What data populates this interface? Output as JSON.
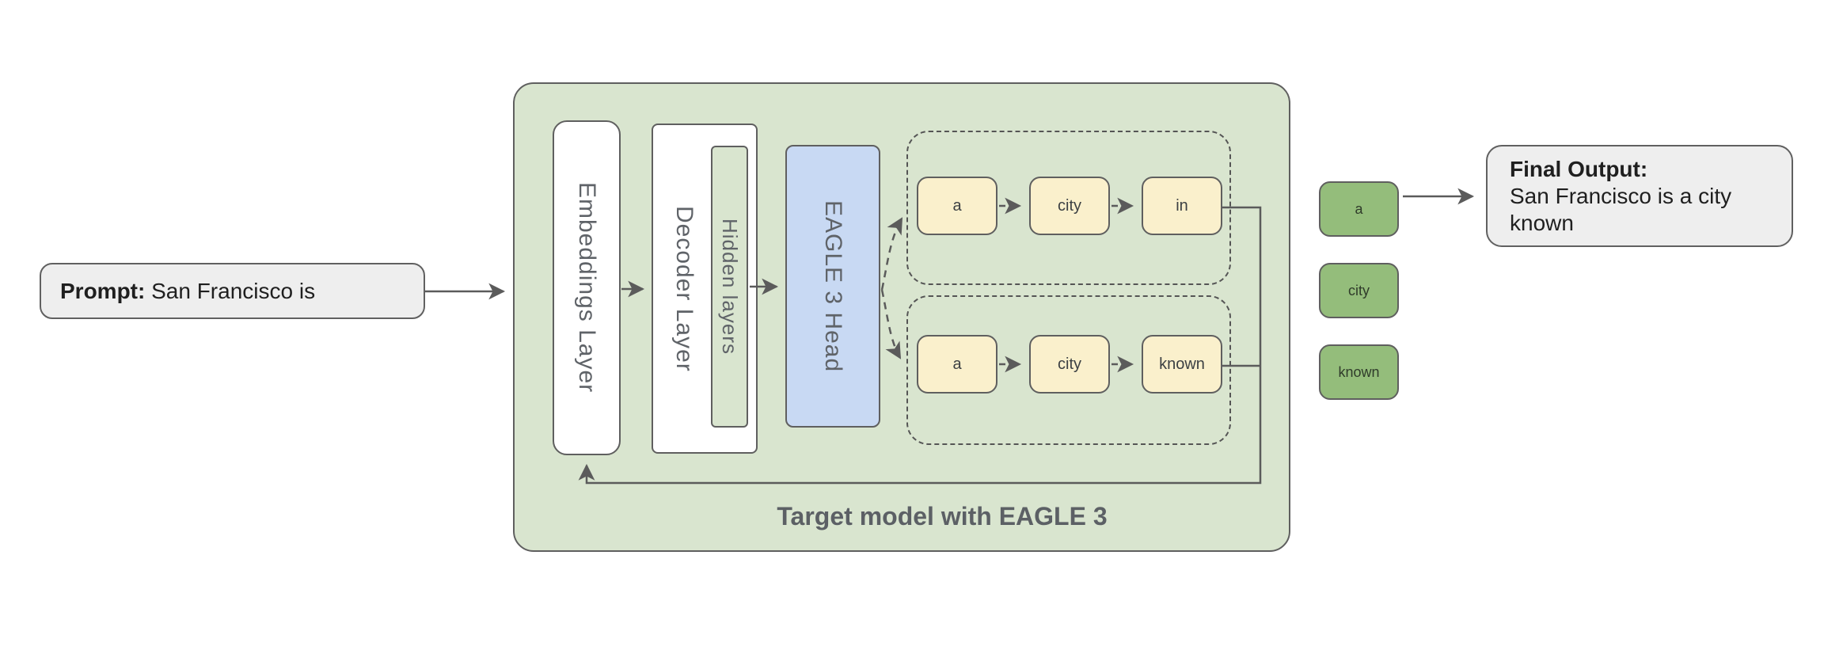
{
  "prompt_box": {
    "label": "Prompt:",
    "text": " San Francisco is"
  },
  "target_model": {
    "caption": "Target model with EAGLE 3",
    "embeddings_layer": "Embeddings Layer",
    "decoder_layer": "Decoder Layer",
    "hidden_layers": "Hidden layers",
    "eagle_head": "EAGLE 3 Head",
    "draft_sequences": [
      [
        "a",
        "city",
        "in"
      ],
      [
        "a",
        "city",
        "known"
      ]
    ]
  },
  "accepted_tokens": [
    "a",
    "city",
    "known"
  ],
  "final_output": {
    "label": "Final Output:",
    "text": "San Francisco is a city known"
  },
  "colors": {
    "container_green": "#d9e5cf",
    "accepted_token_green": "#94bd7b",
    "draft_token_cream": "#faf0cc",
    "eagle_head_blue": "#c8d9f3",
    "io_box_gray": "#eeeeee",
    "line_gray": "#5b5b5b",
    "label_gray": "#5f6368"
  }
}
